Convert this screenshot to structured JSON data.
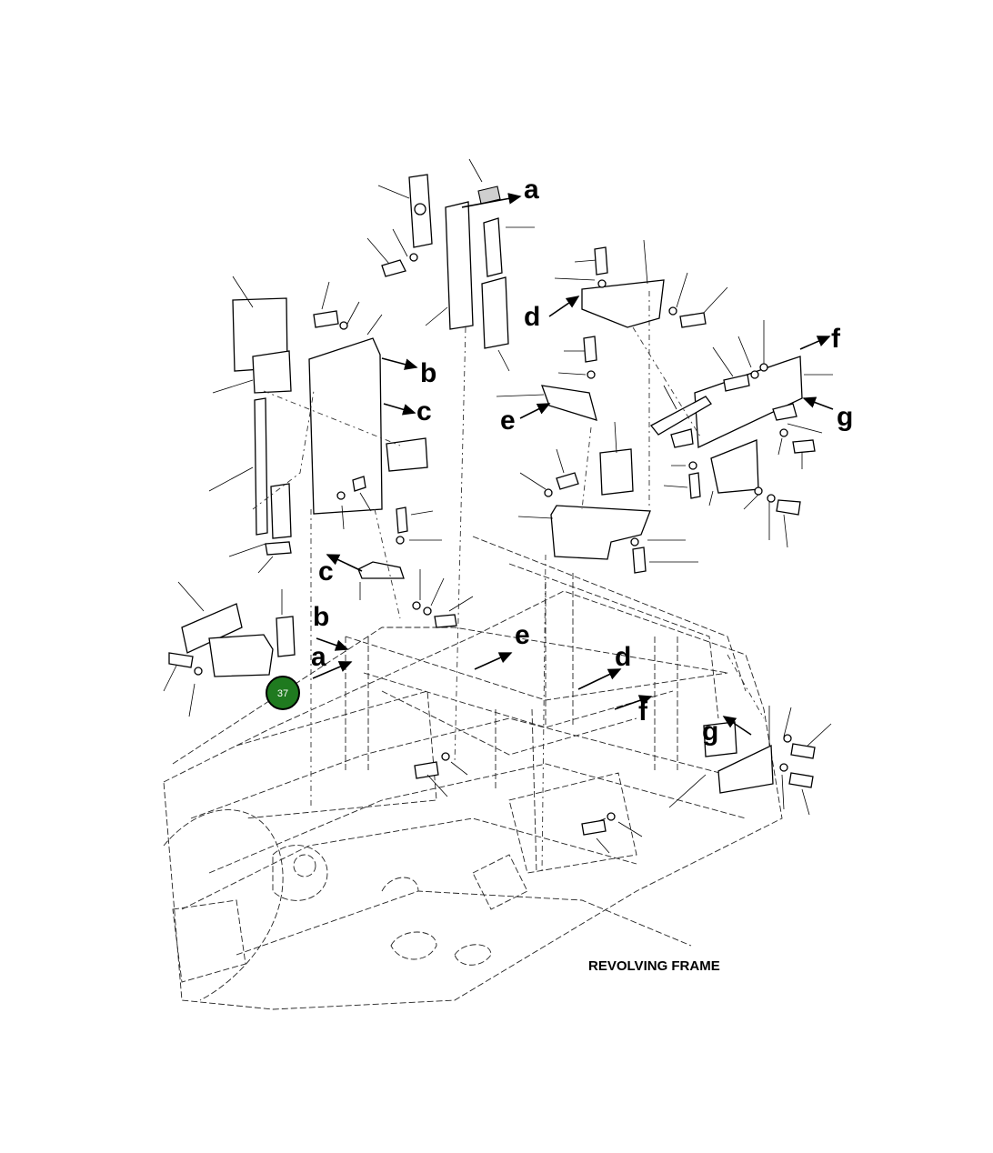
{
  "caption": "REVOLVING FRAME",
  "callout": {
    "label": "37",
    "color": "#1f7a1f"
  },
  "reference_letters": [
    "a",
    "b",
    "c",
    "d",
    "e",
    "f",
    "g"
  ]
}
